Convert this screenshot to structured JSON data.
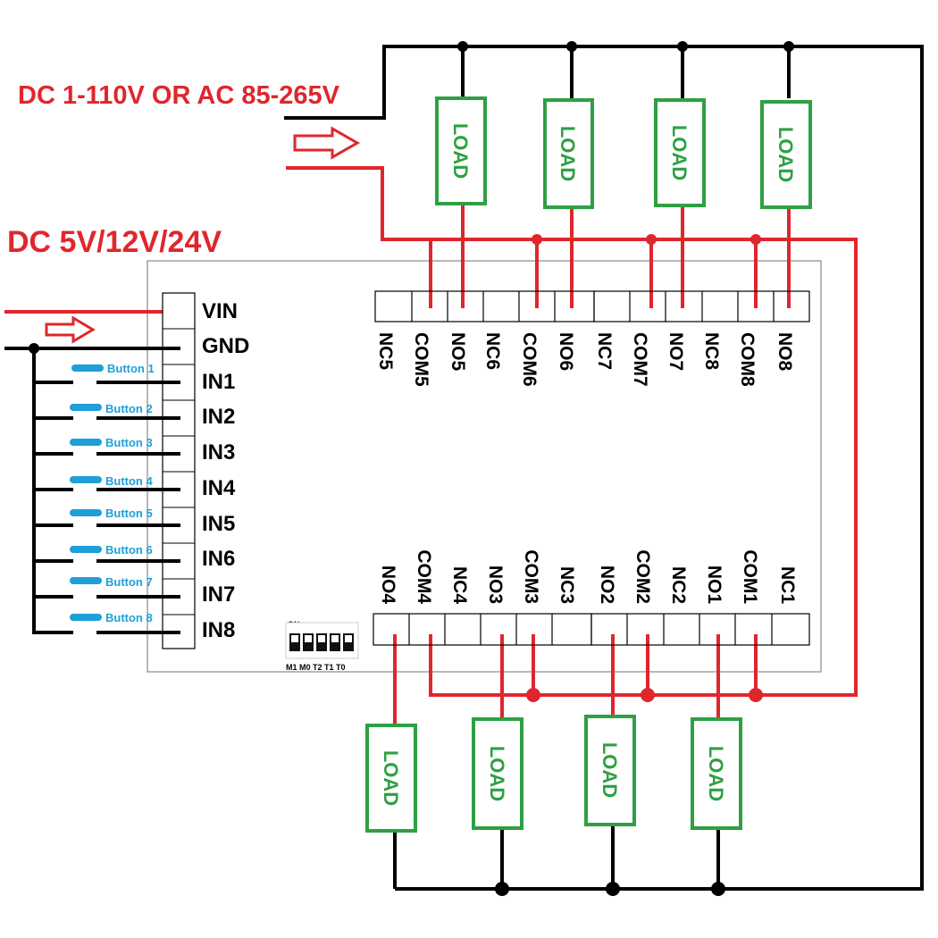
{
  "supply": {
    "load_supply_label": "DC 1-110V OR AC 85-265V",
    "module_supply_label": "DC 5V/12V/24V"
  },
  "input_terminals": [
    "VIN",
    "GND",
    "IN1",
    "IN2",
    "IN3",
    "IN4",
    "IN5",
    "IN6",
    "IN7",
    "IN8"
  ],
  "buttons": [
    "Button 1",
    "Button 2",
    "Button 3",
    "Button 4",
    "Button 5",
    "Button 6",
    "Button 7",
    "Button 8"
  ],
  "relay_top": [
    "NC5",
    "COM5",
    "NO5",
    "NC6",
    "COM6",
    "NO6",
    "NC7",
    "COM7",
    "NO7",
    "NC8",
    "COM8",
    "NO8"
  ],
  "relay_bottom": [
    "NO4",
    "COM4",
    "NC4",
    "NO3",
    "COM3",
    "NC3",
    "NO2",
    "COM2",
    "NC2",
    "NO1",
    "COM1",
    "NC1"
  ],
  "load_label": "LOAD",
  "dip_switch": {
    "on_label": "ON",
    "labels": "M1 M0 T2 T1 T0"
  },
  "colors": {
    "power_wire": "#e0262d",
    "return_wire": "#000000",
    "load_box": "#2ea043",
    "button": "#1f9fd8"
  }
}
